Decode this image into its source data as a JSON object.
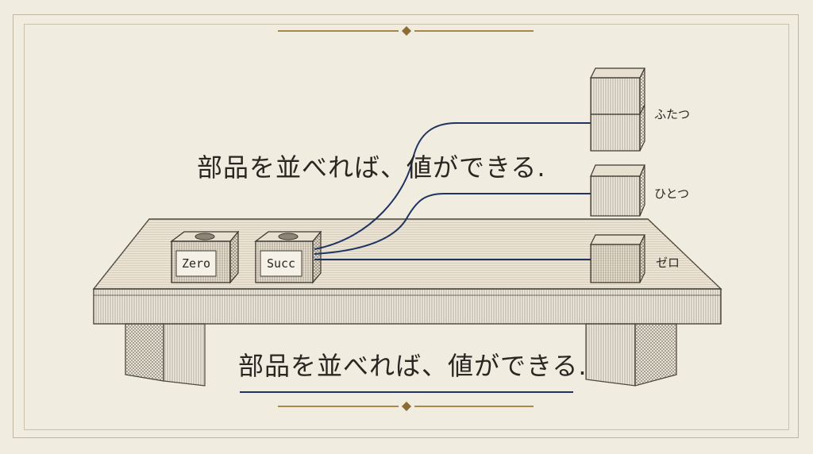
{
  "heading_top": "部品を並べれば、値ができる.",
  "heading_bottom": "部品を並べれば、値ができる.",
  "blocks": {
    "zero_label": "Zero",
    "succ_label": "Succ"
  },
  "values": {
    "two_label": "ふたつ",
    "one_label": "ひとつ",
    "zero_label": "ゼロ"
  },
  "colors": {
    "background": "#f1ece0",
    "ink": "#2a2622",
    "accent_navy": "#1f3561",
    "ornament_gold": "#a8884a"
  }
}
